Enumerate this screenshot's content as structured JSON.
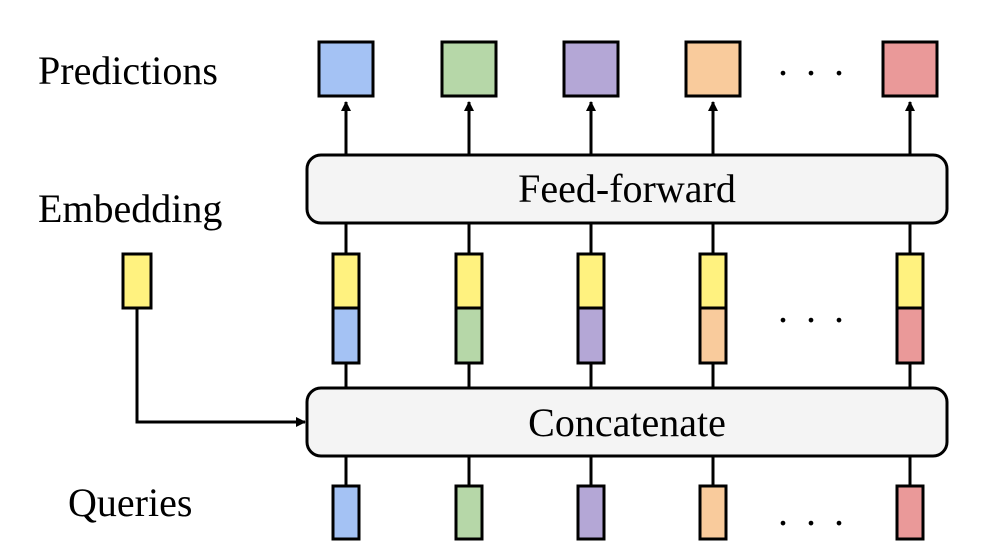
{
  "row_labels": {
    "predictions": "Predictions",
    "embedding": "Embedding",
    "queries": "Queries"
  },
  "blocks": {
    "feed_forward": "Feed-forward",
    "concatenate": "Concatenate"
  },
  "ellipsis": ". . .",
  "colors": {
    "blue": "#a4c2f4",
    "green": "#b6d7a8",
    "purple": "#b4a7d6",
    "orange": "#f9cb9c",
    "red": "#ea9999",
    "embedding": "#fff27f",
    "panel": "#f4f4f4"
  },
  "columns": [
    {
      "color": "blue"
    },
    {
      "color": "green"
    },
    {
      "color": "purple"
    },
    {
      "color": "orange"
    },
    {
      "color": "red"
    }
  ]
}
